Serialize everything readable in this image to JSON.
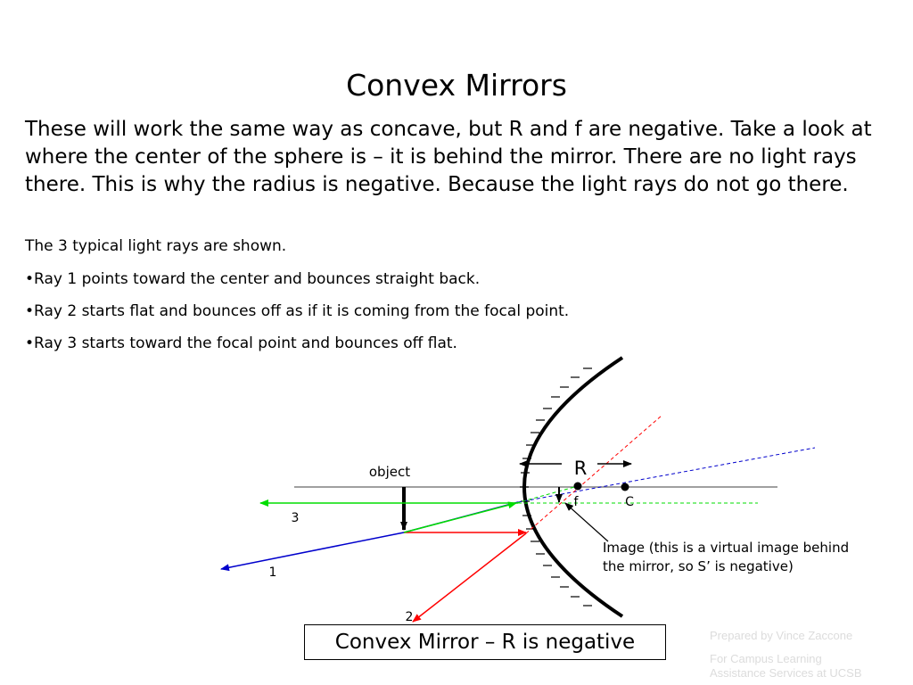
{
  "title": "Convex Mirrors",
  "intro": "These will work the same way as concave, but R and f are negative.  Take a look at where the center of the sphere is – it is behind the mirror.  There are no light rays there.  This is why the radius is negative.  Because the light rays do not go there.",
  "lines": [
    "The 3 typical light rays are shown.",
    "•Ray 1 points toward the center and bounces straight back.",
    "•Ray 2 starts flat and bounces off as if it is coming from the focal point.",
    "•Ray 3 starts toward the focal point and bounces off flat."
  ],
  "diagram": {
    "object_label": "object",
    "radius_label": "R",
    "focal_label": "f",
    "center_label": "C",
    "ray1_label": "1",
    "ray2_label": "2",
    "ray3_label": "3",
    "image_note_line1": "Image (this is a virtual image behind",
    "image_note_line2": "the mirror,  so S’ is negative)",
    "colors": {
      "ray1": "#0000cc",
      "ray2": "#ff0000",
      "ray3": "#00dd00",
      "axis": "#808080",
      "mirror": "#000000"
    }
  },
  "caption": "Convex Mirror – R is negative",
  "credits": {
    "line1": "Prepared by Vince Zaccone",
    "line2": "For Campus Learning",
    "line3": "Assistance Services at UCSB"
  }
}
